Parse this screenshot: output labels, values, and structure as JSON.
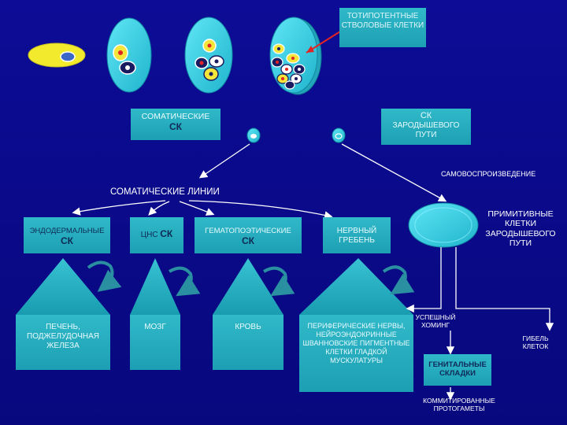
{
  "totipotent": "ТОТИПОТЕНТНЫЕ СТВОЛОВЫЕ КЛЕТКИ",
  "somatic_sc": {
    "line1": "СОМАТИЧЕСКИЕ",
    "line2": "СК"
  },
  "germ_sc": {
    "line1": "СК",
    "line2": "ЗАРОДЫШЕВОГО ПУТИ"
  },
  "self_renewal": "САМОВОСПРОИЗВЕДЕНИЕ",
  "somatic_lines": "СОМАТИЧЕСКИЕ ЛИНИИ",
  "primitive_germ": "ПРИМИТИВНЫЕ КЛЕТКИ ЗАРОДЫШЕВОГО ПУТИ",
  "endodermal": {
    "line1": "ЭНДОДЕРМАЛЬНЫЕ",
    "line2": "СК"
  },
  "cns": {
    "line1": "ЦНС",
    "line2": "СК"
  },
  "hematopoietic": {
    "line1": "ГЕМАТОПОЭТИЧЕСКИЕ",
    "line2": "СК"
  },
  "neural_crest": "НЕРВНЫЙ ГРЕБЕНЬ",
  "liver": "ПЕЧЕНЬ, ПОДЖЕЛУДОЧНАЯ ЖЕЛЕЗА",
  "brain": "МОЗГ",
  "blood": "КРОВЬ",
  "peripheral": "ПЕРИФЕРИЧЕСКИЕ НЕРВЫ, НЕЙРОЭНДОКРИННЫЕ ШВАННОВСКИЕ ПИГМЕНТНЫЕ КЛЕТКИ ГЛАДКОЙ МУСКУЛАТУРЫ",
  "homing": "УСПЕШНЫЙ ХОМИНГ",
  "cell_death": "ГИБЕЛЬ КЛЕТОК",
  "genital_ridges": "ГЕНИТАЛЬНЫЕ СКЛАДКИ",
  "committed": "КОММИТИРОВАННЫЕ ПРОТОГАМЕТЫ",
  "colors": {
    "background": "#0a0a8c",
    "cell": "#2fd0e6",
    "label_box": "#27b0c2",
    "white": "#ffffff",
    "zygote": "#f2ea2c"
  }
}
